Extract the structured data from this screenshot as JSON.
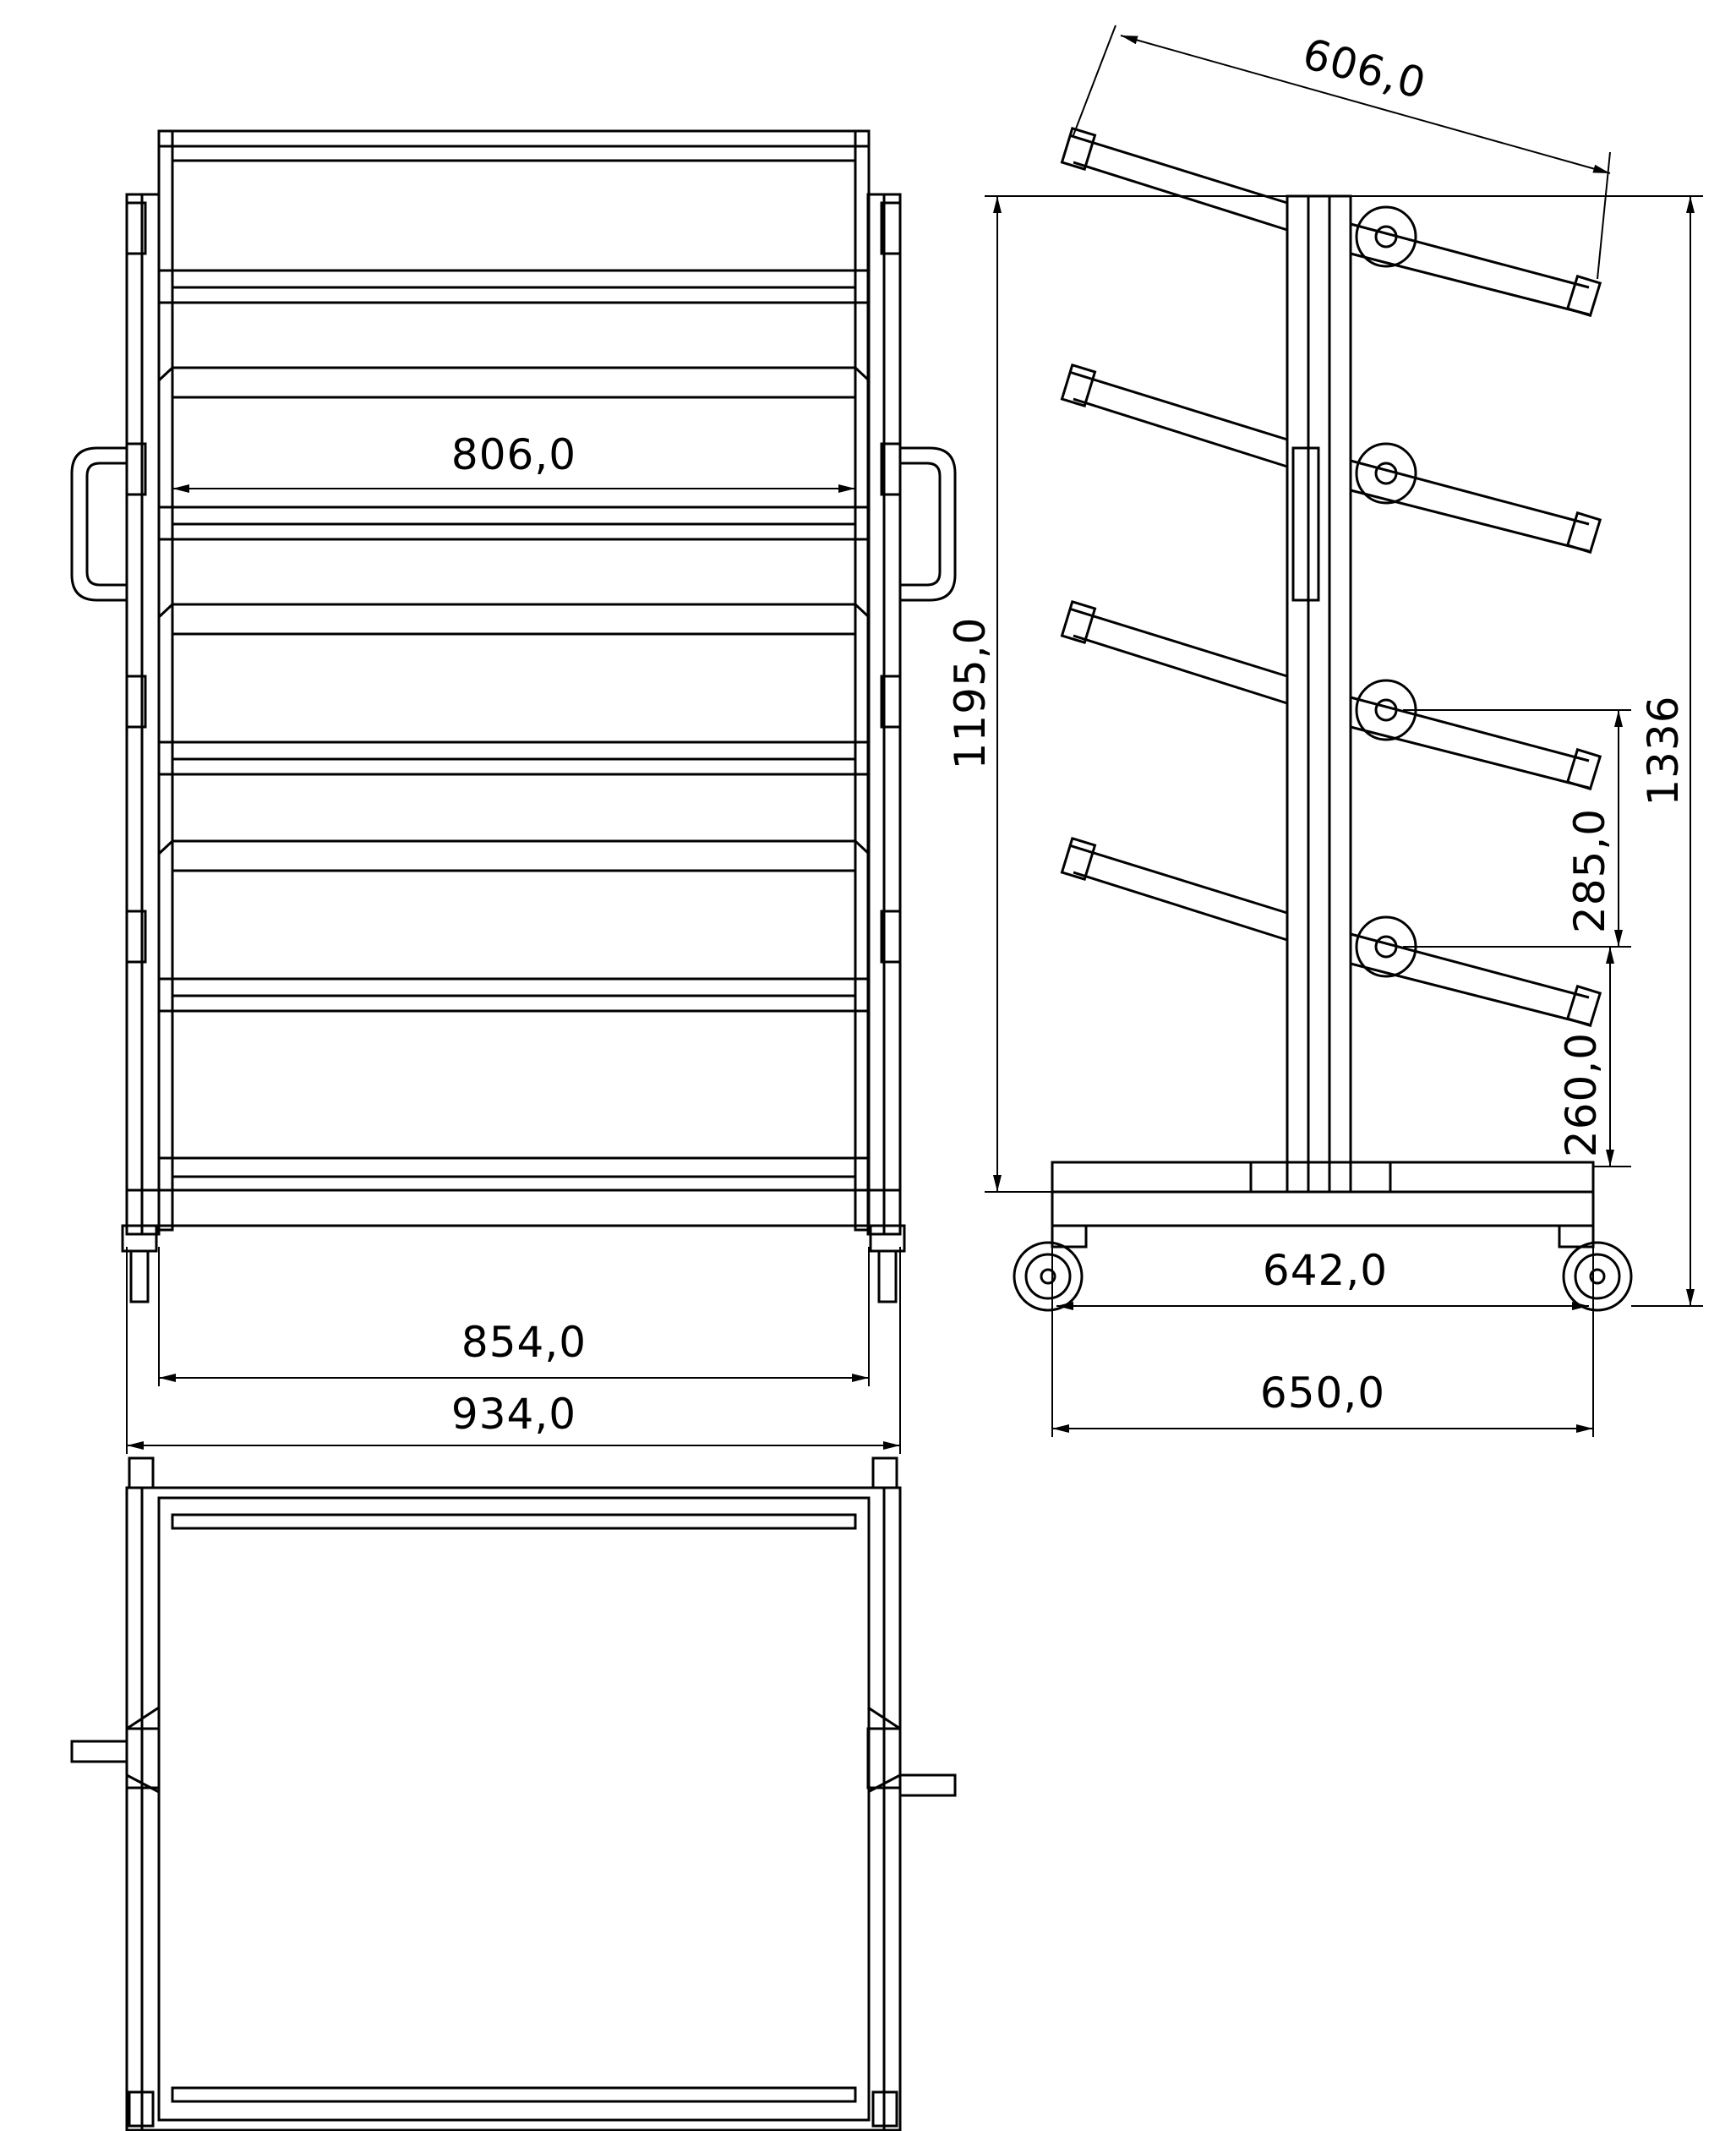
{
  "drawing": {
    "dimensions": {
      "inner_width": "806,0",
      "wheel_width": "854,0",
      "overall_width": "934,0",
      "arm_length": "606,0",
      "frame_height": "1195,0",
      "overall_height": "1336",
      "shelf_pitch": "285,0",
      "bottom_clearance": "260,0",
      "wheelbase": "642,0",
      "overall_depth": "650,0"
    }
  }
}
